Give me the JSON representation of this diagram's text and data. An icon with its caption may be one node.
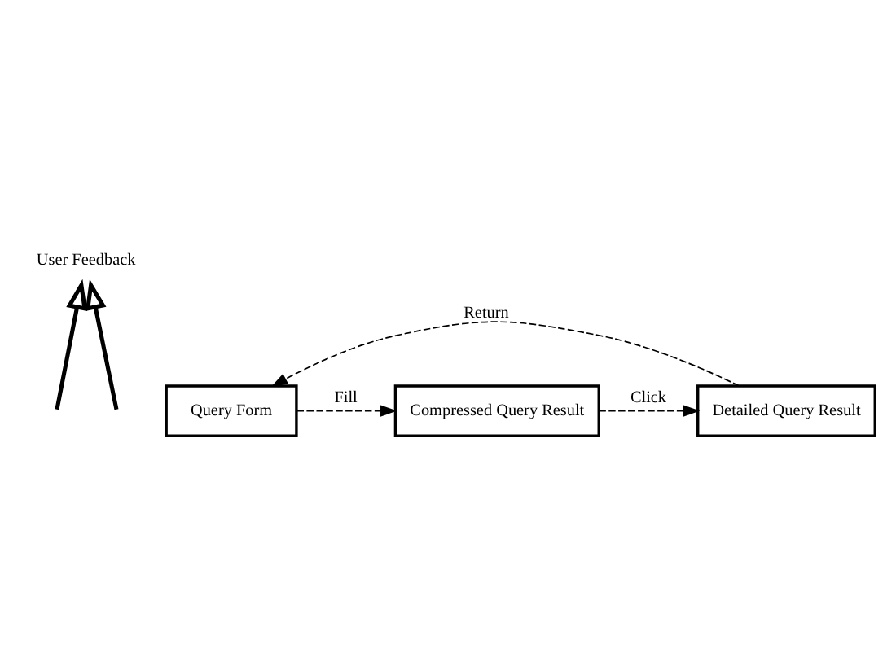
{
  "diagram": {
    "nodes": [
      {
        "text": [
          "User Feedback"
        ]
      },
      {
        "text": [
          "Query Form"
        ]
      },
      {
        "text": [
          "Compressed Query Result"
        ]
      },
      {
        "text": [
          "Detailed Query Result"
        ]
      }
    ],
    "edges": [
      {
        "from": 1,
        "to": 2,
        "arrow": "to",
        "label": "Fill",
        "style": "dashed"
      },
      {
        "from": 2,
        "to": 3,
        "arrow": "to",
        "label": "Click",
        "style": "dashed"
      },
      {
        "from": 3,
        "to": 1,
        "arrow": "to",
        "label": "Return",
        "style": "dashed"
      },
      {
        "from": null,
        "to": 0,
        "arrow": "to",
        "style": "thick"
      },
      {
        "from": null,
        "to": 0,
        "arrow": "to",
        "style": "thick"
      }
    ]
  }
}
